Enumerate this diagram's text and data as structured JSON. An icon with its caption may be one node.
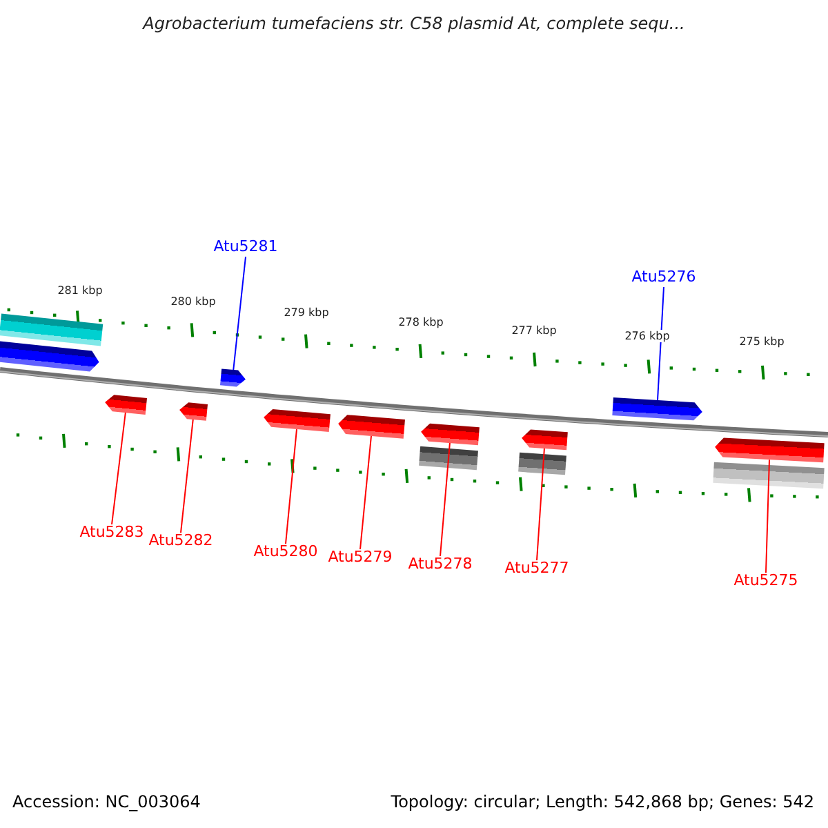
{
  "diagram": {
    "title": "Agrobacterium tumefaciens str. C58 plasmid At, complete sequ...",
    "nodes": [
      {
        "text": [
          "Atu5281"
        ]
      },
      {
        "text": [
          "Atu5276"
        ]
      },
      {
        "text": [],
        "shape": "arrow"
      },
      {
        "text": [],
        "shape": "arrow"
      },
      {
        "text": [],
        "shape": "arrow"
      },
      {
        "text": [],
        "shape": "arrow"
      },
      {
        "text": [],
        "shape": "arrow"
      },
      {
        "text": [],
        "shape": "arrow"
      },
      {
        "text": [],
        "shape": "arrow"
      },
      {
        "text": [],
        "shape": "arrow"
      },
      {
        "text": [],
        "shape": "arrow"
      },
      {
        "text": [
          "Atu5283"
        ]
      },
      {
        "text": [
          "Atu5282"
        ]
      },
      {
        "text": [
          "Atu5280"
        ]
      },
      {
        "text": [
          "Atu5279"
        ]
      },
      {
        "text": [
          "Atu5278"
        ]
      },
      {
        "text": [
          "Atu5277"
        ]
      },
      {
        "text": [
          "Atu5275"
        ]
      }
    ],
    "edges": [
      {
        "from": 0,
        "to": 2,
        "arrow": "none",
        "color": "#0000ff"
      },
      {
        "from": 1,
        "to": 3,
        "arrow": "none",
        "color": "#0000ff"
      },
      {
        "from": 11,
        "to": 4,
        "arrow": "none"
      },
      {
        "from": 12,
        "to": 5,
        "arrow": "none"
      },
      {
        "from": 13,
        "to": 6,
        "arrow": "none"
      },
      {
        "from": 14,
        "to": 7,
        "arrow": "none"
      },
      {
        "from": 15,
        "to": 8,
        "arrow": "none"
      },
      {
        "from": 16,
        "to": 9,
        "arrow": "none"
      },
      {
        "from": 17,
        "to": 10,
        "arrow": "none"
      }
    ],
    "labels": [
      "281 kbp",
      "280 kbp",
      "279 kbp",
      "278 kbp",
      "277 kbp",
      "276 kbp",
      "275 kbp",
      "Accession: NC_003064",
      "Topology: circular; Length: 542,868 bp; Genes: 542"
    ]
  }
}
